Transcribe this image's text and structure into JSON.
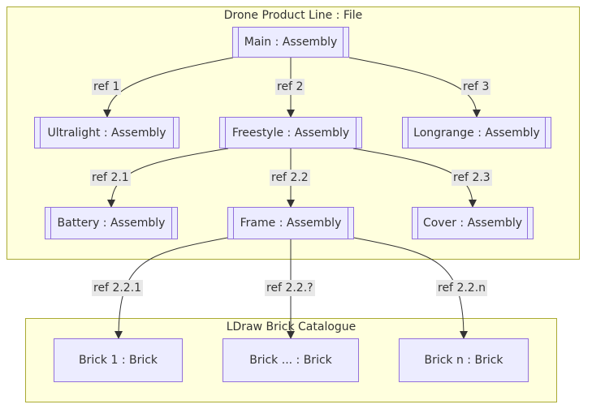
{
  "clusters": {
    "file": {
      "title": "Drone Product Line : File"
    },
    "catalogue": {
      "title": "LDraw Brick Catalogue"
    }
  },
  "nodes": {
    "main": "Main : Assembly",
    "ultralight": "Ultralight : Assembly",
    "freestyle": "Freestyle : Assembly",
    "longrange": "Longrange : Assembly",
    "battery": "Battery : Assembly",
    "frame": "Frame : Assembly",
    "cover": "Cover : Assembly",
    "brick1": "Brick 1 : Brick",
    "brick_dots": "Brick ... : Brick",
    "brickn": "Brick n : Brick"
  },
  "edges": {
    "ref1": "ref 1",
    "ref2": "ref 2",
    "ref3": "ref 3",
    "ref21": "ref 2.1",
    "ref22": "ref 2.2",
    "ref23": "ref 2.3",
    "ref221": "ref 2.2.1",
    "ref22q": "ref 2.2.?",
    "ref22n": "ref 2.2.n"
  },
  "colors": {
    "cluster_fill": "#ffffde",
    "cluster_border": "#aaaa33",
    "node_fill": "#ececff",
    "node_border": "#9370db",
    "edge_line": "#333333",
    "edge_label_bg": "#e8e8e8"
  }
}
